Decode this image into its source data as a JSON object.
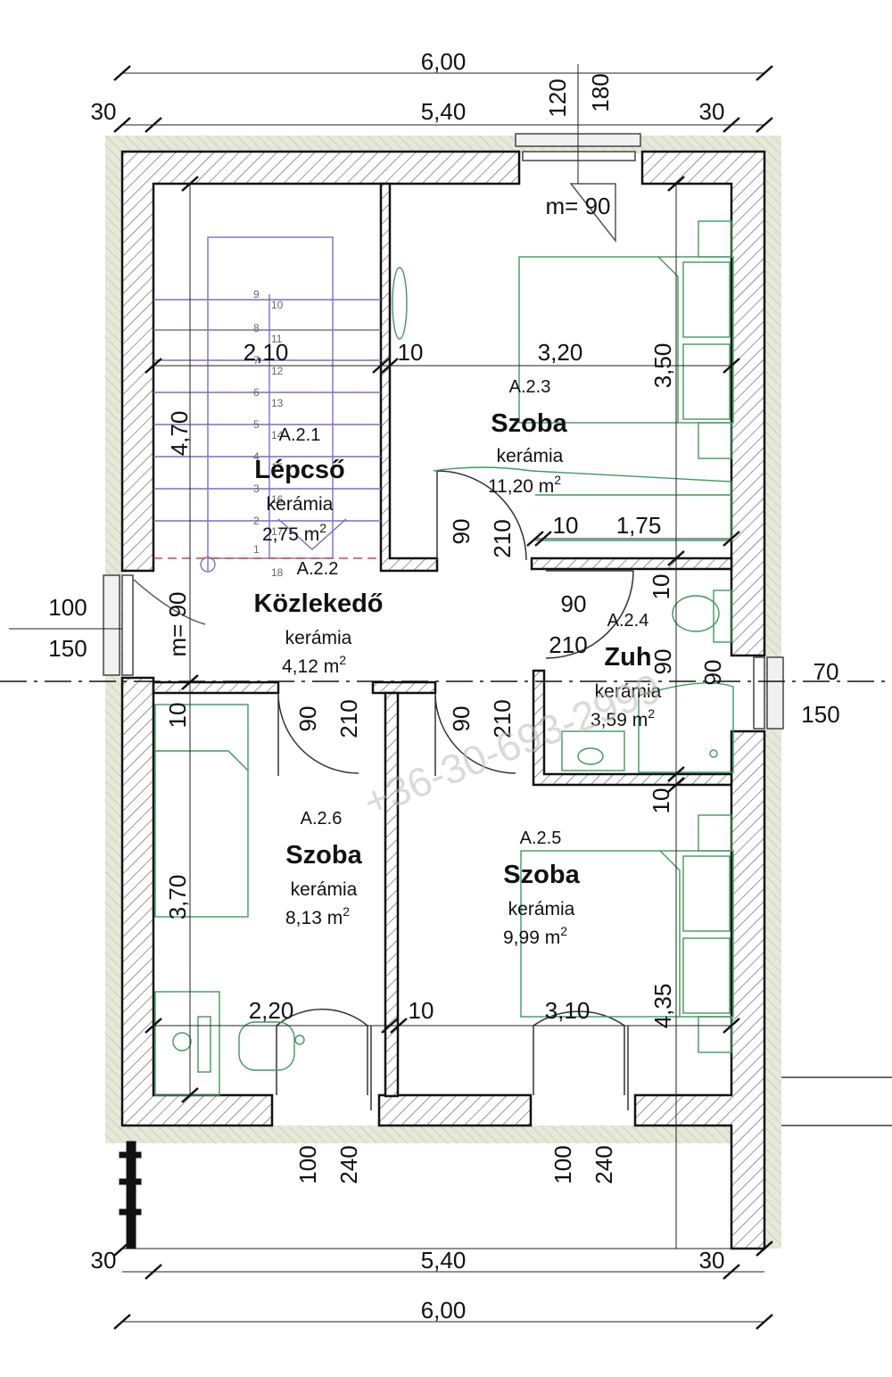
{
  "dimensions": {
    "top_total": "6,00",
    "top_inner": "5,40",
    "top_left_wall": "30",
    "top_right_wall": "30",
    "top_window_120": "120",
    "top_window_180": "180",
    "bottom_left_wall": "30",
    "bottom_inner": "5,40",
    "bottom_right_wall": "30",
    "bottom_total": "6,00",
    "left_window_100": "100",
    "left_window_150": "150",
    "right_window_70": "70",
    "right_window_150": "150"
  },
  "labels": {
    "m90_top": "m= 90",
    "m90_left": "m= 90",
    "d_210": "2,10",
    "d_10_a": "10",
    "d_320": "3,20",
    "d_350": "3,50",
    "d_470": "4,70",
    "d_90_a": "90",
    "d_210_a": "210",
    "d_10_b": "10",
    "d_175": "1,75",
    "d_10_c": "10",
    "d_90_b": "90",
    "d_210_b": "210",
    "d_90_c": "90",
    "d_90_d": "90",
    "d_10_d": "10",
    "d_90_e": "90",
    "d_210_e": "210",
    "d_90_f": "90",
    "d_210_f": "210",
    "d_10_e": "10",
    "d_370": "3,70",
    "d_220": "2,20",
    "d_10_f": "10",
    "d_310": "3,10",
    "d_435": "4,35",
    "d_100_a": "100",
    "d_240_a": "240",
    "d_100_b": "100",
    "d_240_b": "240"
  },
  "rooms": [
    {
      "id": "A.2.1",
      "name": "Lépcső",
      "material": "kerámia",
      "area": "2,75 m",
      "unit_sup": "2"
    },
    {
      "id": "A.2.2",
      "name": "Közlekedő",
      "material": "kerámia",
      "area": "4,12 m",
      "unit_sup": "2"
    },
    {
      "id": "A.2.3",
      "name": "Szoba",
      "material": "kerámia",
      "area": "11,20 m",
      "unit_sup": "2"
    },
    {
      "id": "A.2.4",
      "name": "Zuh",
      "material": "kerámia",
      "area": "3,59 m",
      "unit_sup": "2"
    },
    {
      "id": "A.2.5",
      "name": "Szoba",
      "material": "kerámia",
      "area": "9,99 m",
      "unit_sup": "2"
    },
    {
      "id": "A.2.6",
      "name": "Szoba",
      "material": "kerámia",
      "area": "8,13 m",
      "unit_sup": "2"
    }
  ],
  "stair_numbers": [
    "9",
    "10",
    "8",
    "11",
    "7",
    "12",
    "6",
    "13",
    "5",
    "14",
    "4",
    "15",
    "3",
    "16",
    "2",
    "17",
    "1",
    "18"
  ],
  "watermark": "+36-30-693-2999",
  "colors": {
    "wall": "#111111",
    "hatch": "#555555",
    "insulation": "#e6e8d8",
    "stair": "#7b6fc4",
    "furniture": "#3e9a5a",
    "axis": "#e04040"
  }
}
